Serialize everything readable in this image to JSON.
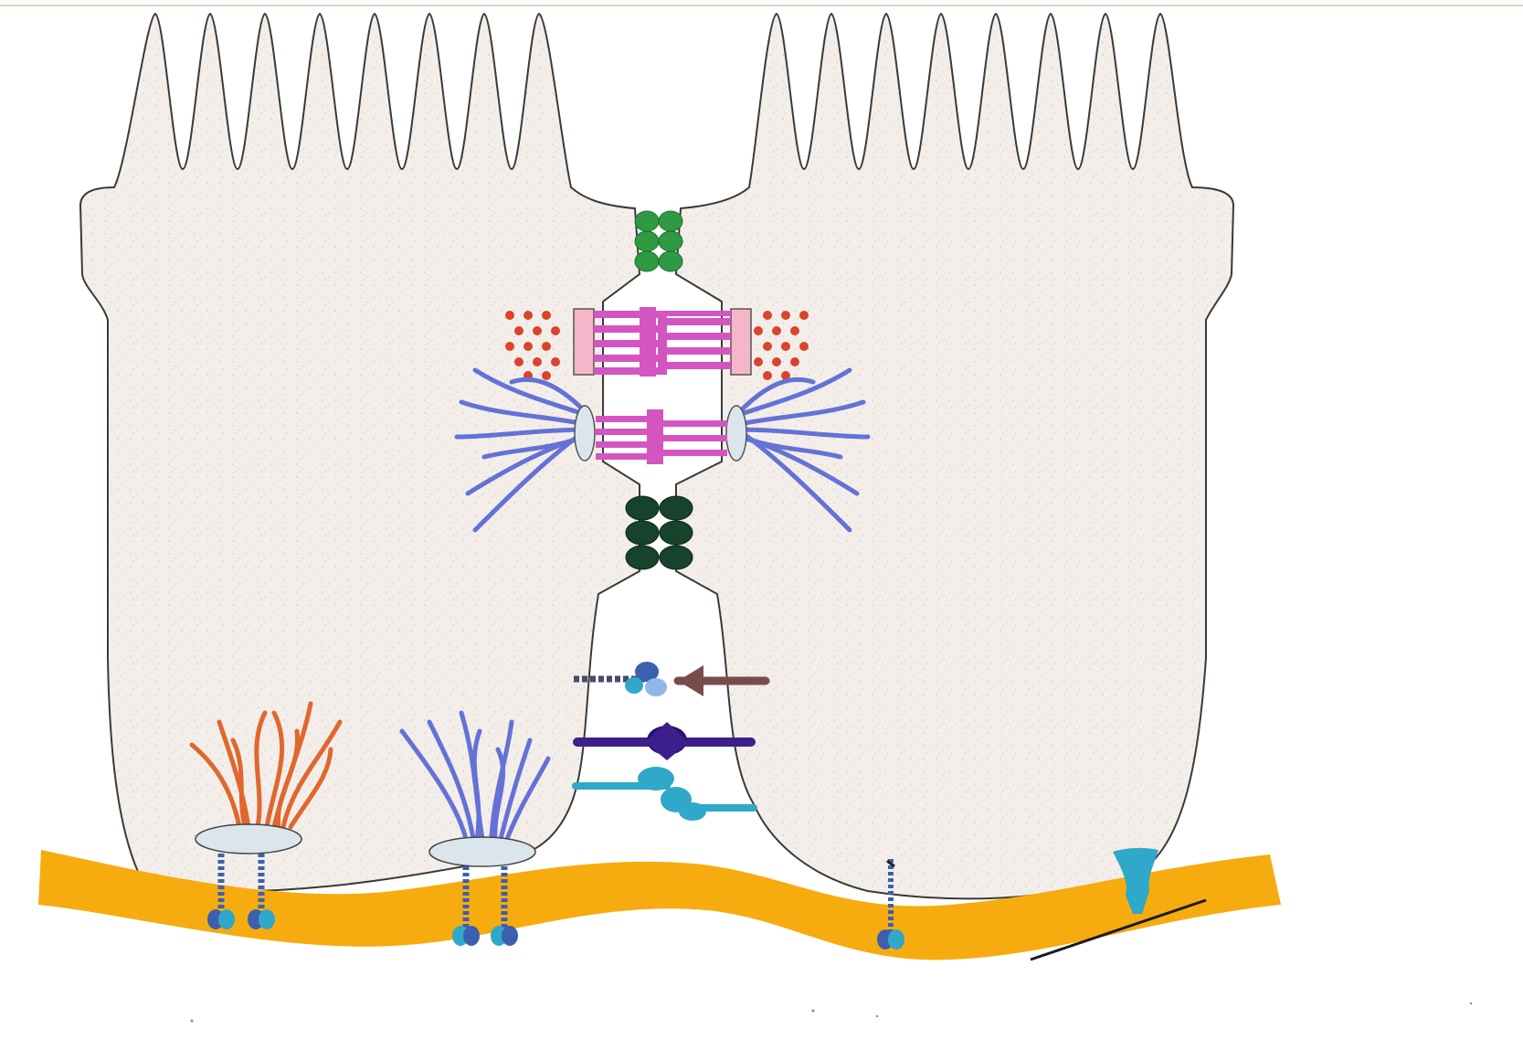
{
  "colors": {
    "background": "#ffffff",
    "cytoplasm": "#f3eee9",
    "membrane": "#3a3a3a",
    "basement_membrane": "#f6ac0f",
    "tight_junction": "#2f9a43",
    "adherens_plaque": "#f4b6c8",
    "adherens_cadherin": "#d455c1",
    "actin_dots": "#d9442a",
    "desmosome_plaque": "#dbe5ec",
    "intermediate_filaments": "#6472d6",
    "gap_junction": "#17432c",
    "hemidesmosome_filaments": "#e0672e",
    "integrin_blue": "#3d5fb0",
    "teal": "#2fa8c9",
    "purple": "#3c1f8a",
    "brown": "#7a4b4b"
  },
  "structures": [
    "microvilli",
    "tight-junction",
    "adherens-junction",
    "desmosome",
    "gap-junction",
    "cell-adhesion-molecules",
    "hemidesmosome",
    "focal-adhesion",
    "basement-membrane"
  ]
}
